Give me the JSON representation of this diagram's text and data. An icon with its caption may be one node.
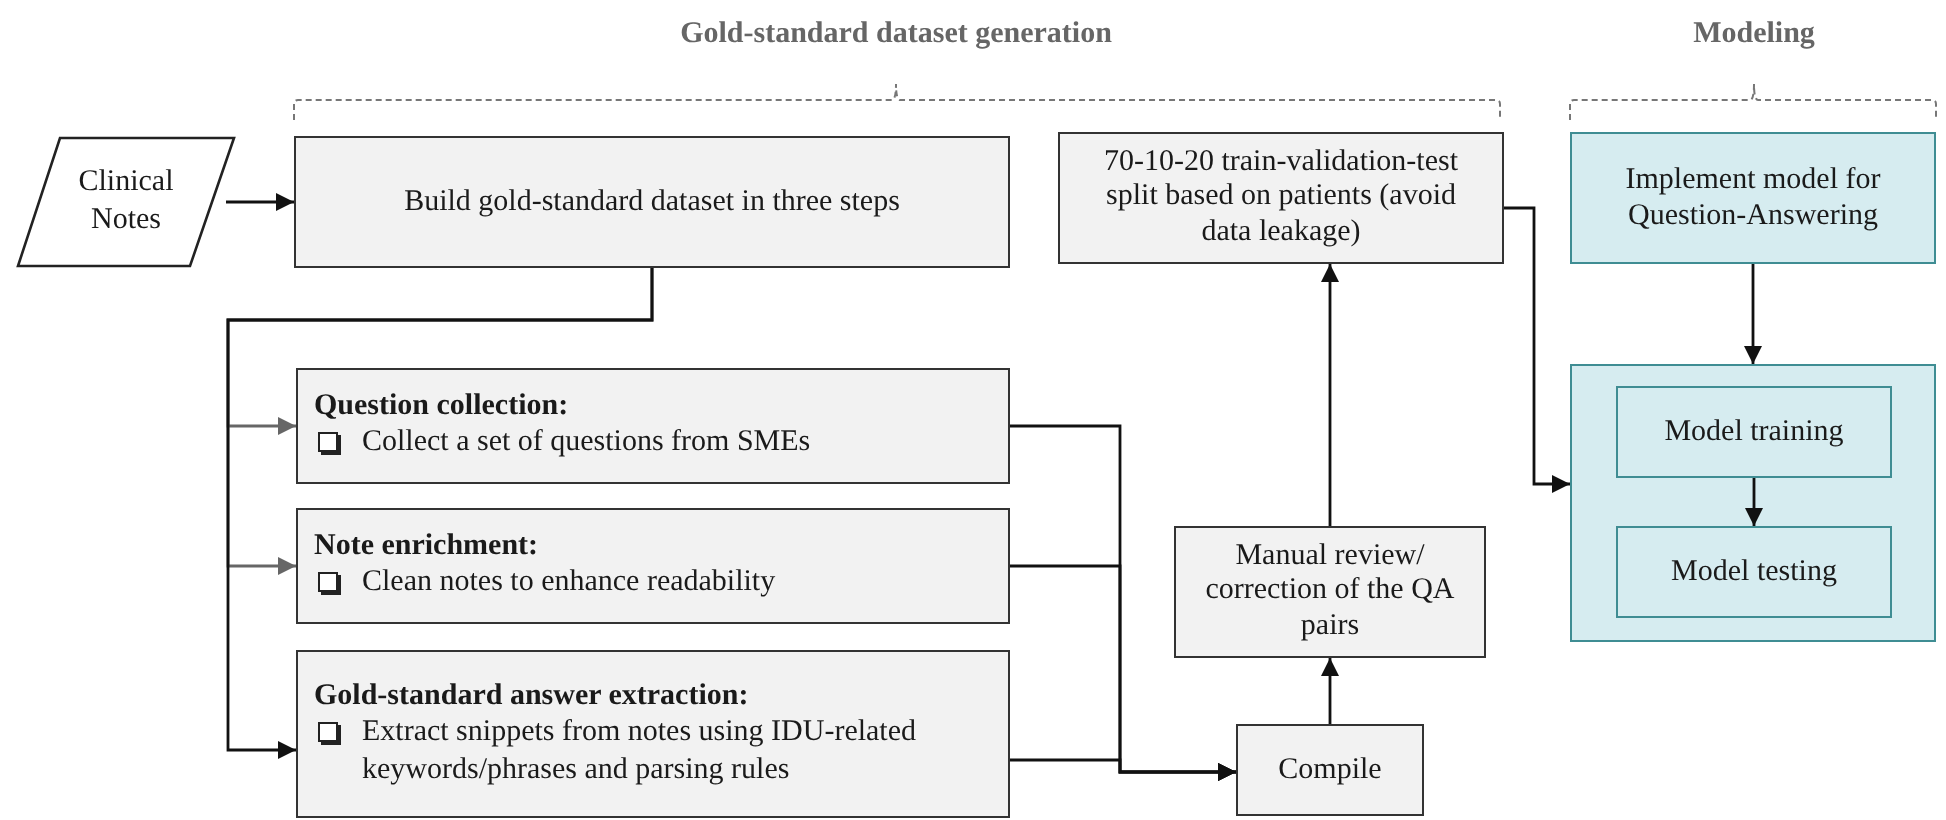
{
  "diagram": {
    "nodes": [
      {
        "text": [
          "Clinical Notes"
        ]
      },
      {
        "text": [
          "Build gold-standard dataset in three steps"
        ]
      },
      {
        "text": [
          "70-10-20 train-validation-test split based on patients (avoid data leakage)"
        ]
      },
      {
        "text": [
          "Implement model for Question-Answering"
        ]
      },
      {
        "text": [],
        "shape": "box"
      },
      {
        "text": [
          "Model training"
        ],
        "in": 4
      },
      {
        "text": [
          "Model testing"
        ],
        "in": 4
      },
      {
        "text": [
          "Question collection:",
          "Collect a set of questions from SMEs"
        ]
      },
      {
        "text": [
          "Note enrichment:",
          "Clean notes to enhance readability"
        ]
      },
      {
        "text": [
          "Manual review/ correction of the QA pairs"
        ]
      },
      {
        "text": [
          "Gold-standard answer extraction:",
          "Extract snippets from notes using IDU-related keywords/phrases and parsing rules"
        ]
      },
      {
        "text": [
          "Compile"
        ]
      }
    ],
    "edges": [
      {
        "from": 0,
        "to": 1,
        "arrow": "to"
      },
      {
        "from": 1,
        "to": 7,
        "arrow": "to",
        "color": "#666666"
      },
      {
        "from": 1,
        "to": 8,
        "arrow": "to",
        "color": "#666666"
      },
      {
        "from": 1,
        "to": 10,
        "arrow": "to"
      },
      {
        "from": 7,
        "to": 11,
        "arrow": "to"
      },
      {
        "from": 8,
        "to": 11,
        "arrow": "to"
      },
      {
        "from": 10,
        "to": 11,
        "arrow": "to"
      },
      {
        "from": 11,
        "to": 9,
        "arrow": "to"
      },
      {
        "from": 9,
        "to": 2,
        "arrow": "to"
      },
      {
        "from": 2,
        "to": 4,
        "arrow": "to"
      },
      {
        "from": 3,
        "to": 4,
        "arrow": "to"
      },
      {
        "from": 5,
        "to": 6,
        "arrow": "to"
      }
    ],
    "labels": [
      "Gold-standard dataset generation",
      "Modeling"
    ]
  }
}
